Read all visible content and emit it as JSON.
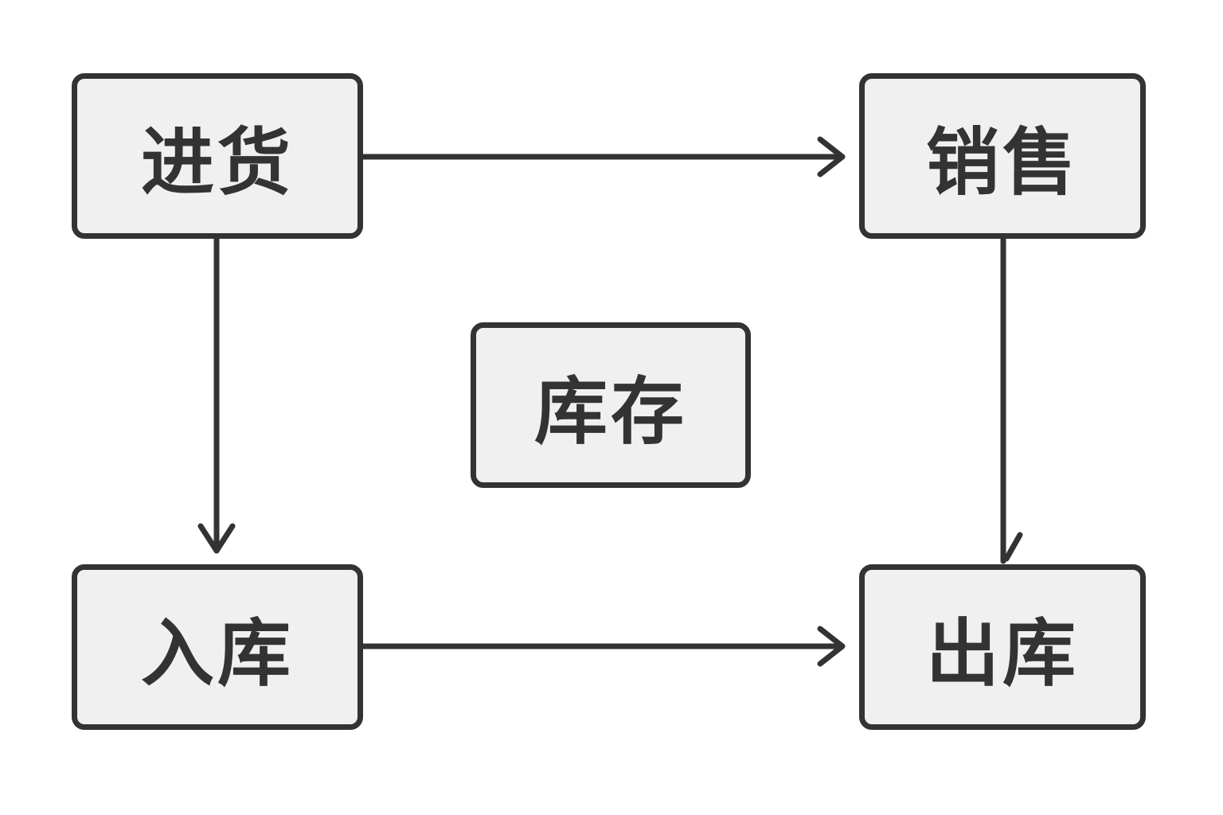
{
  "nodes": {
    "purchase": "进货",
    "sales": "销售",
    "inventory": "库存",
    "inbound": "入库",
    "outbound": "出库"
  },
  "colors": {
    "stroke": "#333333",
    "box_fill": "#f0f0f0",
    "background": "#ffffff"
  }
}
